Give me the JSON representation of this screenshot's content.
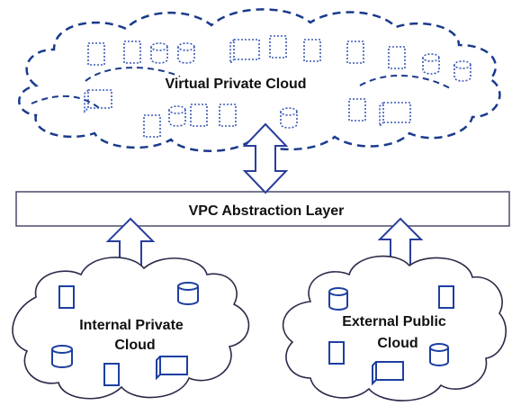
{
  "diagram": {
    "virtual_private_cloud": {
      "label": "Virtual Private Cloud"
    },
    "abstraction_layer": {
      "label": "VPC Abstraction Layer"
    },
    "internal_cloud": {
      "label_line1": "Internal Private",
      "label_line2": "Cloud"
    },
    "external_cloud": {
      "label_line1": "External Public",
      "label_line2": "Cloud"
    }
  },
  "colors": {
    "vpc_outline": "#1a3a8c",
    "server_dotted": "#3a5ab8",
    "server_solid": "#1d3fa0",
    "cloud_outline": "#2a2a4a",
    "arrow_outline": "#2a3e9c",
    "text": "#111111"
  },
  "icons": [
    "server-icon",
    "database-icon",
    "storage-drive-icon",
    "double-arrow-icon"
  ]
}
